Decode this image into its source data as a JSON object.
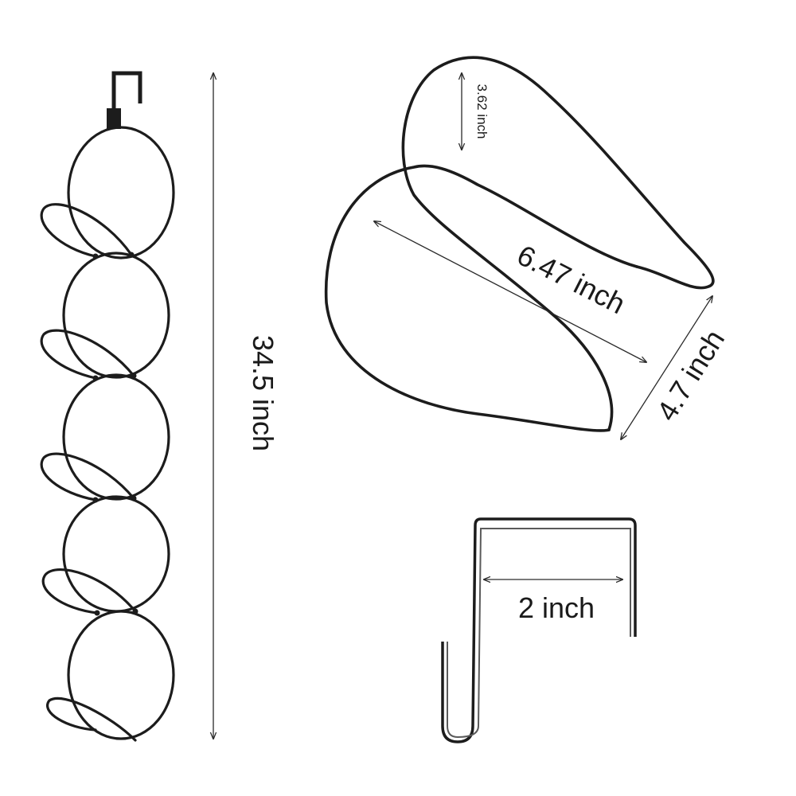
{
  "figure": {
    "colors": {
      "product": "#1c1c1c",
      "dimension_line": "#2a2a2a",
      "text": "#1a1a1a",
      "background": "#ffffff"
    },
    "overall_rack": {
      "height_label": "34.5 inch",
      "ring_count": 5
    },
    "single_loop": {
      "top_gap_label": "3.62 inch",
      "width_label": "6.47 inch",
      "depth_label": "4.7 inch"
    },
    "door_hook": {
      "width_label": "2 inch"
    }
  }
}
